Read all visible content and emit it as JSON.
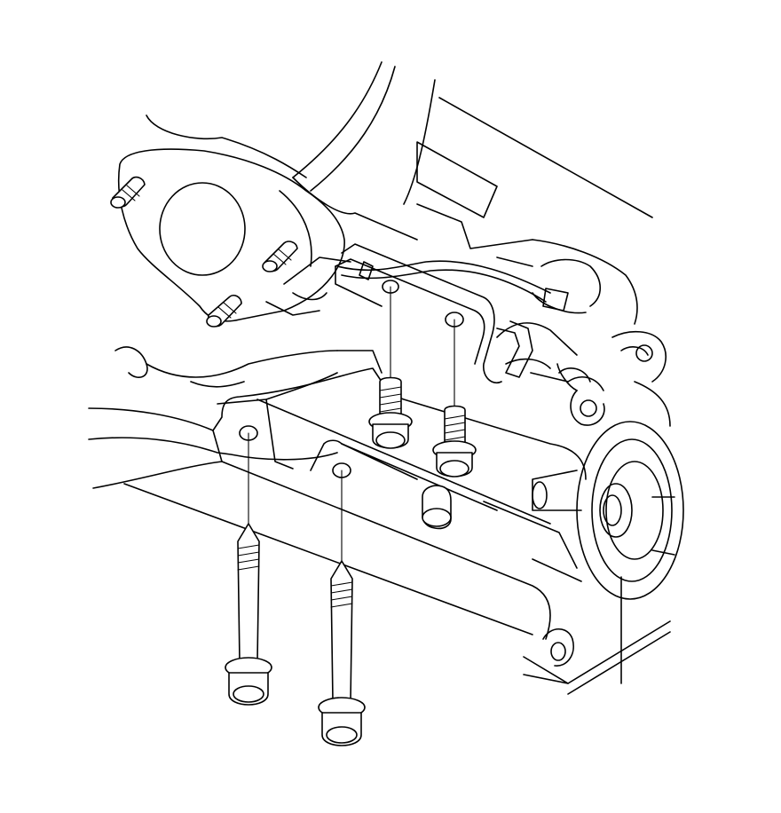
{
  "diagram": {
    "line_color": "#000000",
    "background": "#ffffff",
    "parts": [
      "engine-block",
      "exhaust-manifold-flange",
      "stud",
      "cross-member-bracket",
      "mounting-bracket",
      "flange-bolt-short",
      "flange-bolt-long",
      "nut",
      "crankshaft-pulley",
      "pipe"
    ]
  }
}
